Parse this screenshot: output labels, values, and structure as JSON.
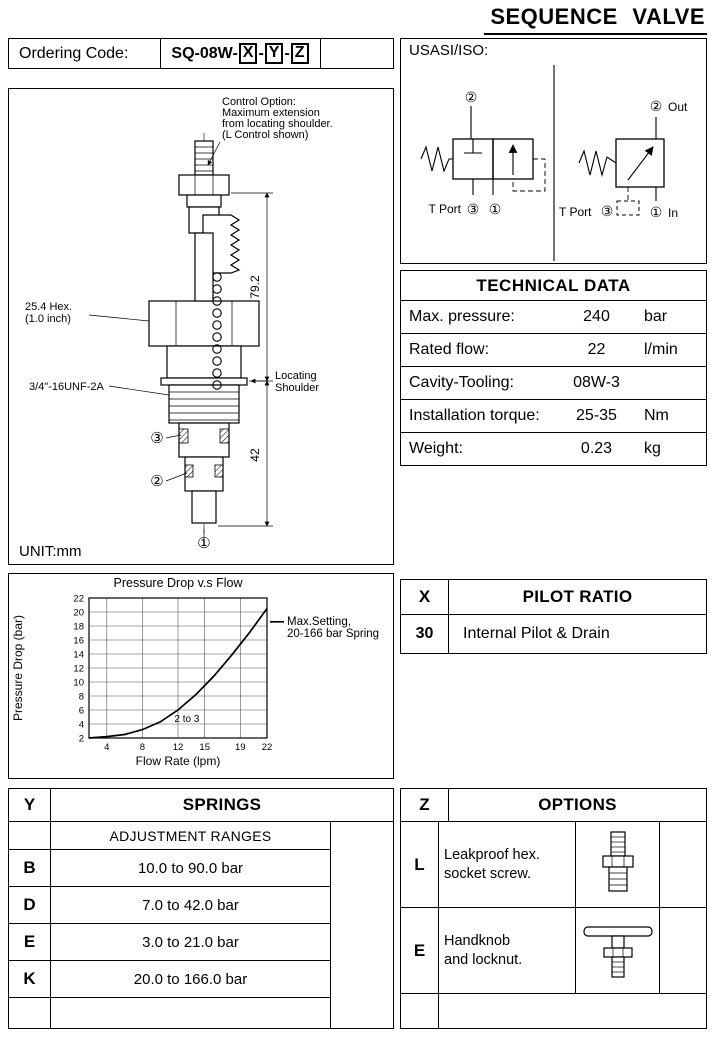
{
  "title": "SEQUENCE VALVE",
  "ordering": {
    "label": "Ordering Code:",
    "code_prefix": "SQ-08W-",
    "sep": "-",
    "code_x": "X",
    "code_y": "Y",
    "code_z": "Z"
  },
  "drawing": {
    "control_lines": [
      "Control Option:",
      "Maximum extension",
      "from locating shoulder.",
      "(L Control shown)"
    ],
    "hex_lines": [
      "25.4 Hex.",
      "(1.0 inch)"
    ],
    "thread_label": "3/4\"-16UNF-2A",
    "shoulder_lines": [
      "Locating",
      "Shoulder"
    ],
    "dim_height": "79.2",
    "dim_nose": "42",
    "port1": "①",
    "port2": "②",
    "port3": "③",
    "unit": "UNIT:mm"
  },
  "symbols": {
    "label": "USASI/ISO:",
    "left": {
      "top_port": "②",
      "t_port_label": "T Port",
      "port3": "③",
      "port1": "①"
    },
    "right": {
      "top_port": "②",
      "out_label": "Out",
      "t_port_label": "T Port",
      "port3": "③",
      "port1": "①",
      "in_label": "In"
    }
  },
  "technical_data": {
    "title": "TECHNICAL DATA",
    "rows": [
      {
        "label": "Max. pressure:",
        "value": "240",
        "unit": "bar"
      },
      {
        "label": "Rated flow:",
        "value": "22",
        "unit": "l/min"
      },
      {
        "label": "Cavity-Tooling:",
        "value": "08W-3",
        "unit": ""
      },
      {
        "label": "Installation torque:",
        "value": "25-35",
        "unit": "Nm"
      },
      {
        "label": "Weight:",
        "value": "0.23",
        "unit": "kg"
      }
    ]
  },
  "chart_data": {
    "type": "line",
    "title": "Pressure Drop v.s Flow",
    "xlabel": "Flow Rate (lpm)",
    "ylabel": "Pressure Drop (bar)",
    "xlim": [
      2,
      22
    ],
    "ylim": [
      2,
      22
    ],
    "x_ticks": [
      4,
      8,
      12,
      15,
      19,
      22
    ],
    "y_ticks": [
      2,
      4,
      6,
      8,
      10,
      12,
      14,
      16,
      18,
      20,
      22
    ],
    "grid": true,
    "annotation": "2 to 3",
    "legend_lines": [
      "Max.Setting,",
      "20-166 bar Spring"
    ],
    "series": [
      {
        "name": "Max.Setting, 20-166 bar Spring",
        "x": [
          2,
          4,
          6,
          8,
          10,
          12,
          14,
          16,
          18,
          20,
          22
        ],
        "y": [
          2,
          2.2,
          2.5,
          3.2,
          4.3,
          6,
          8.2,
          10.8,
          13.8,
          17,
          20.5
        ]
      }
    ]
  },
  "pilot_ratio": {
    "code": "X",
    "title": "PILOT RATIO",
    "rows": [
      {
        "code": "30",
        "label": "Internal Pilot & Drain"
      }
    ]
  },
  "springs": {
    "code": "Y",
    "title": "SPRINGS",
    "subtitle": "ADJUSTMENT RANGES",
    "rows": [
      {
        "code": "B",
        "range": "10.0  to 90.0 bar"
      },
      {
        "code": "D",
        "range": "7.0  to  42.0 bar"
      },
      {
        "code": "E",
        "range": "3.0  to  21.0 bar"
      },
      {
        "code": "K",
        "range": "20.0  to  166.0 bar"
      }
    ]
  },
  "options": {
    "code": "Z",
    "title": "OPTIONS",
    "rows": [
      {
        "code": "L",
        "lines": [
          "Leakproof hex.",
          "socket screw."
        ]
      },
      {
        "code": "E",
        "lines": [
          "Handknob",
          "and locknut."
        ]
      }
    ]
  }
}
